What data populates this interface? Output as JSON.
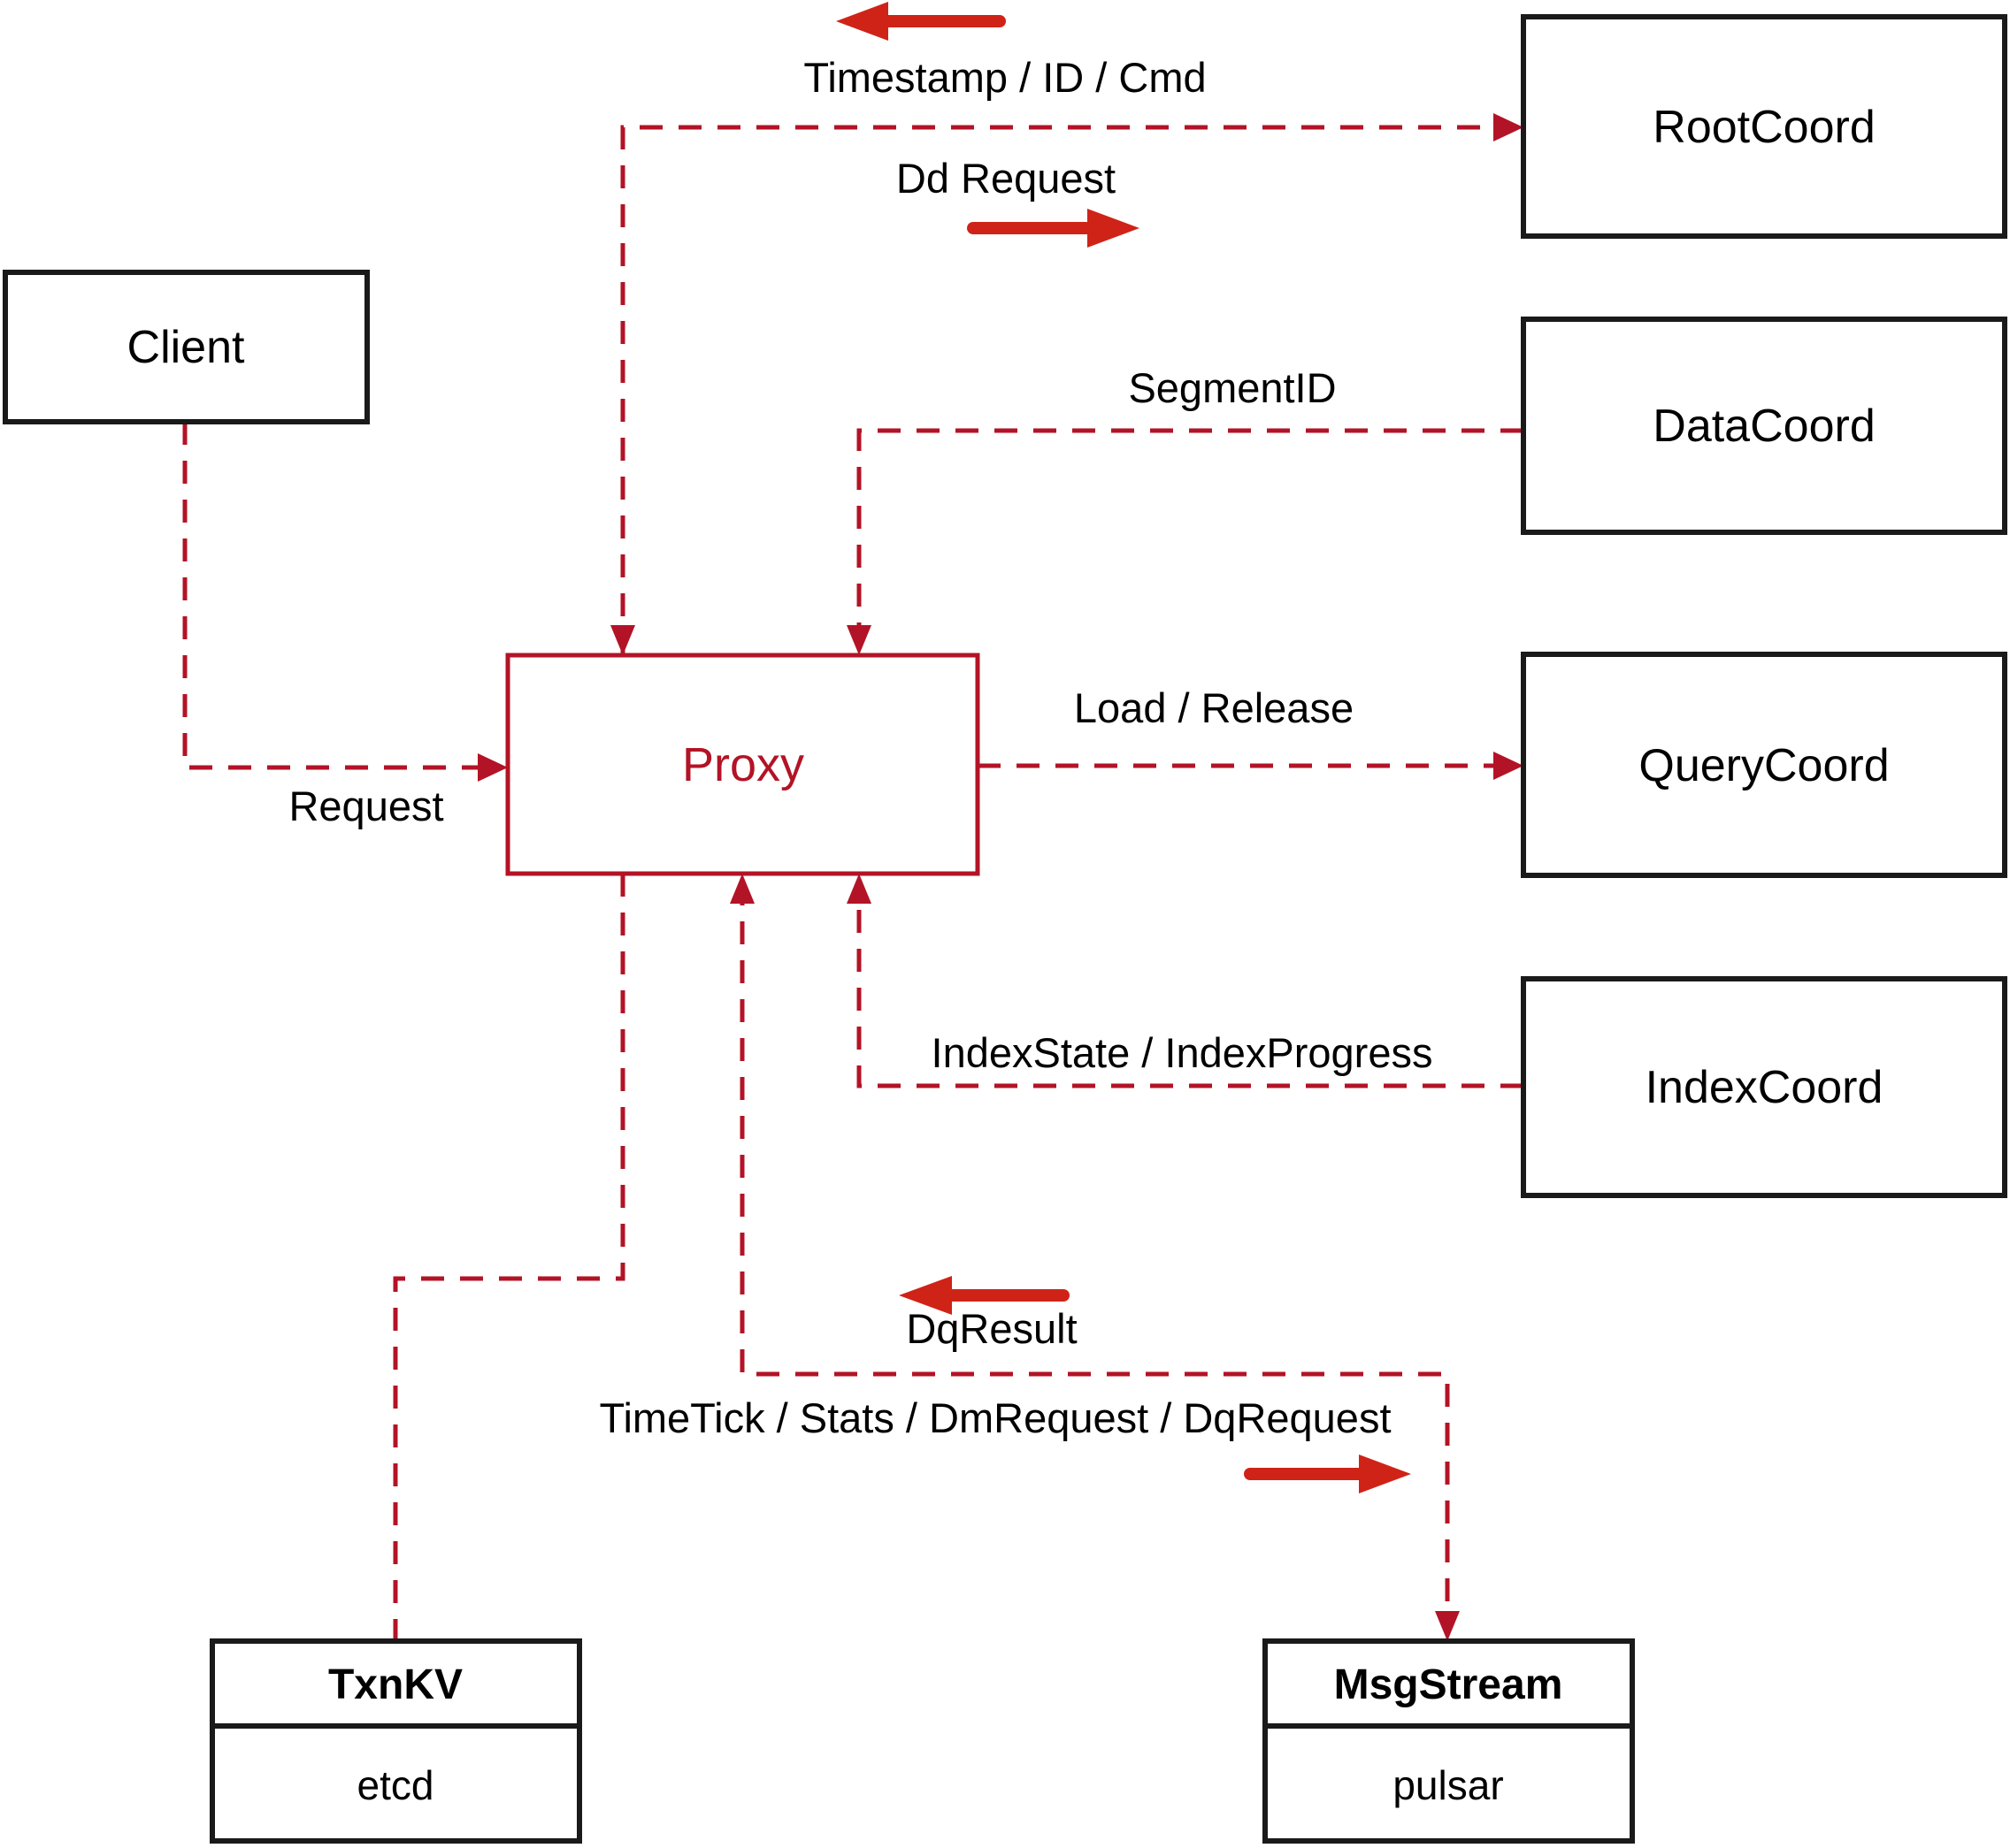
{
  "colors": {
    "line_red": "#b31326",
    "arrow_red": "#cf2318",
    "box_black": "#1a1a1a",
    "text_black": "#000000",
    "background": "#ffffff"
  },
  "nodes": {
    "client": {
      "label": "Client"
    },
    "proxy": {
      "label": "Proxy"
    },
    "root_coord": {
      "label": "RootCoord"
    },
    "data_coord": {
      "label": "DataCoord"
    },
    "query_coord": {
      "label": "QueryCoord"
    },
    "index_coord": {
      "label": "IndexCoord"
    },
    "txn_kv": {
      "title": "TxnKV",
      "impl": "etcd"
    },
    "msg_stream": {
      "title": "MsgStream",
      "impl": "pulsar"
    }
  },
  "edge_labels": {
    "request": "Request",
    "timestamp_id_cmd": "Timestamp / ID / Cmd",
    "dd_request": "Dd Request",
    "segment_id": "SegmentID",
    "load_release": "Load / Release",
    "index_state_progress": "IndexState / IndexProgress",
    "dq_result": "DqResult",
    "timetick_stats": "TimeTick / Stats / DmRequest / DqRequest"
  }
}
